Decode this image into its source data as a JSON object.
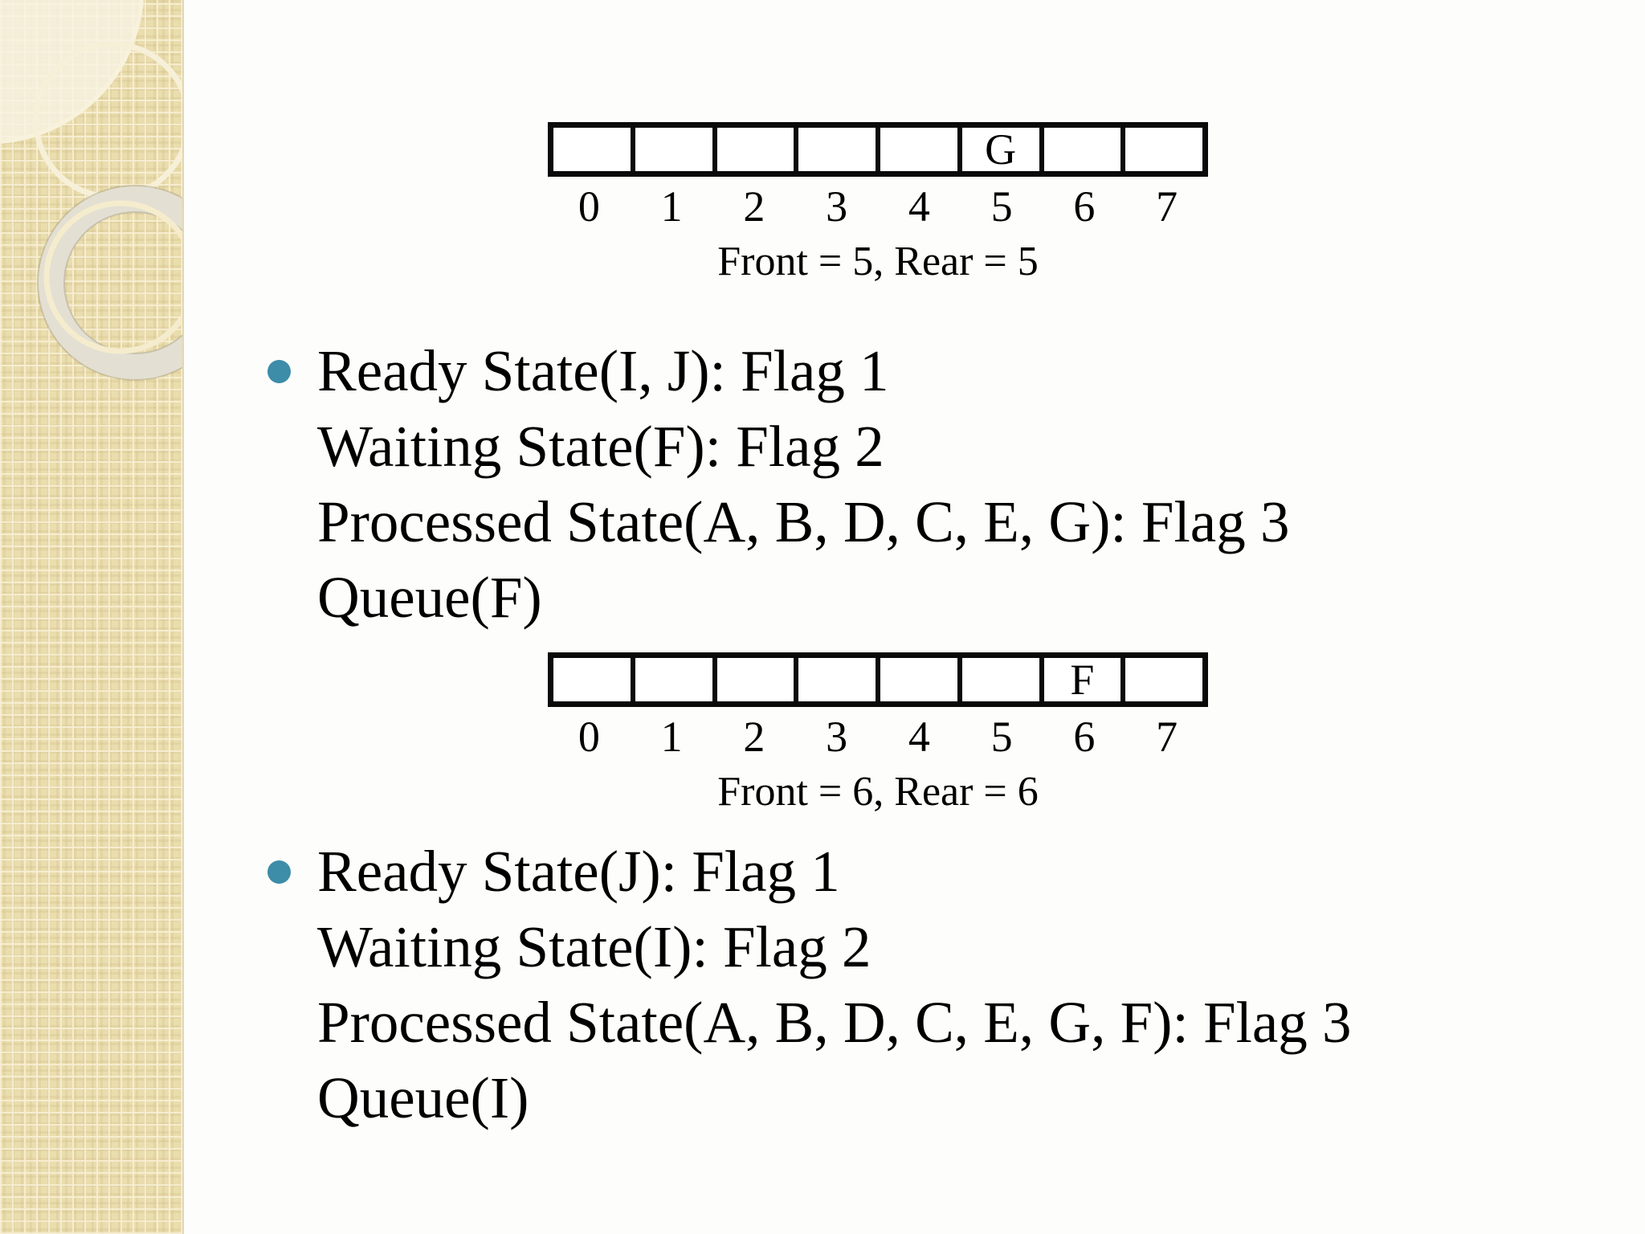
{
  "slide": {
    "background_color": "#fdfefb",
    "sidebar_base_color": "#eaddae",
    "sidebar_pattern_light": "#f8f0d6",
    "text_color": "#000000",
    "bullet_accent_color": "#3d8ca8"
  },
  "queues": [
    {
      "cells": [
        "",
        "",
        "",
        "",
        "",
        "G",
        "",
        ""
      ],
      "indices": [
        "0",
        "1",
        "2",
        "3",
        "4",
        "5",
        "6",
        "7"
      ],
      "caption": "Front = 5, Rear = 5"
    },
    {
      "cells": [
        "",
        "",
        "",
        "",
        "",
        "",
        "F",
        ""
      ],
      "indices": [
        "0",
        "1",
        "2",
        "3",
        "4",
        "5",
        "6",
        "7"
      ],
      "caption": "Front = 6, Rear = 6"
    }
  ],
  "bullets": [
    {
      "lines": [
        "Ready State(I, J): Flag 1",
        "Waiting State(F): Flag 2",
        "Processed State(A, B, D, C, E, G): Flag 3",
        "Queue(F)"
      ]
    },
    {
      "lines": [
        "Ready State(J): Flag 1",
        "Waiting State(I): Flag 2",
        "Processed State(A, B, D, C, E, G, F): Flag 3",
        "Queue(I)"
      ]
    }
  ]
}
